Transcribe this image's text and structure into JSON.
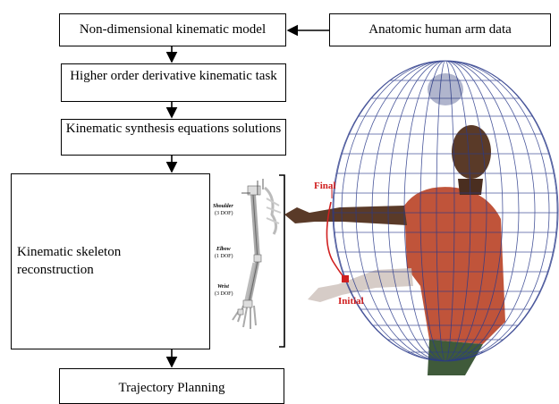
{
  "diagram": {
    "boxes": {
      "model": "Non-dimensional kinematic model",
      "anatomic": "Anatomic human arm data",
      "derivative": "Higher order derivative kinematic task",
      "synthesis": "Kinematic synthesis equations solutions",
      "reconstruction": "Kinematic skeleton reconstruction",
      "trajectory": "Trajectory Planning"
    },
    "skeleton_labels": {
      "shoulder": "Shoulder",
      "shoulder_dof": "(3 DOF)",
      "elbow": "Elbow",
      "elbow_dof": "(1 DOF)",
      "wrist": "Wrist",
      "wrist_dof": "(3 DOF)"
    },
    "arm_labels": {
      "final": "Final",
      "initial": "Initial"
    }
  },
  "colors": {
    "line": "#000000",
    "sphere_grid": "#2a3a8a",
    "trajectory": "#d02020",
    "shirt": "#c0543a",
    "skin": "#5a3a28"
  }
}
